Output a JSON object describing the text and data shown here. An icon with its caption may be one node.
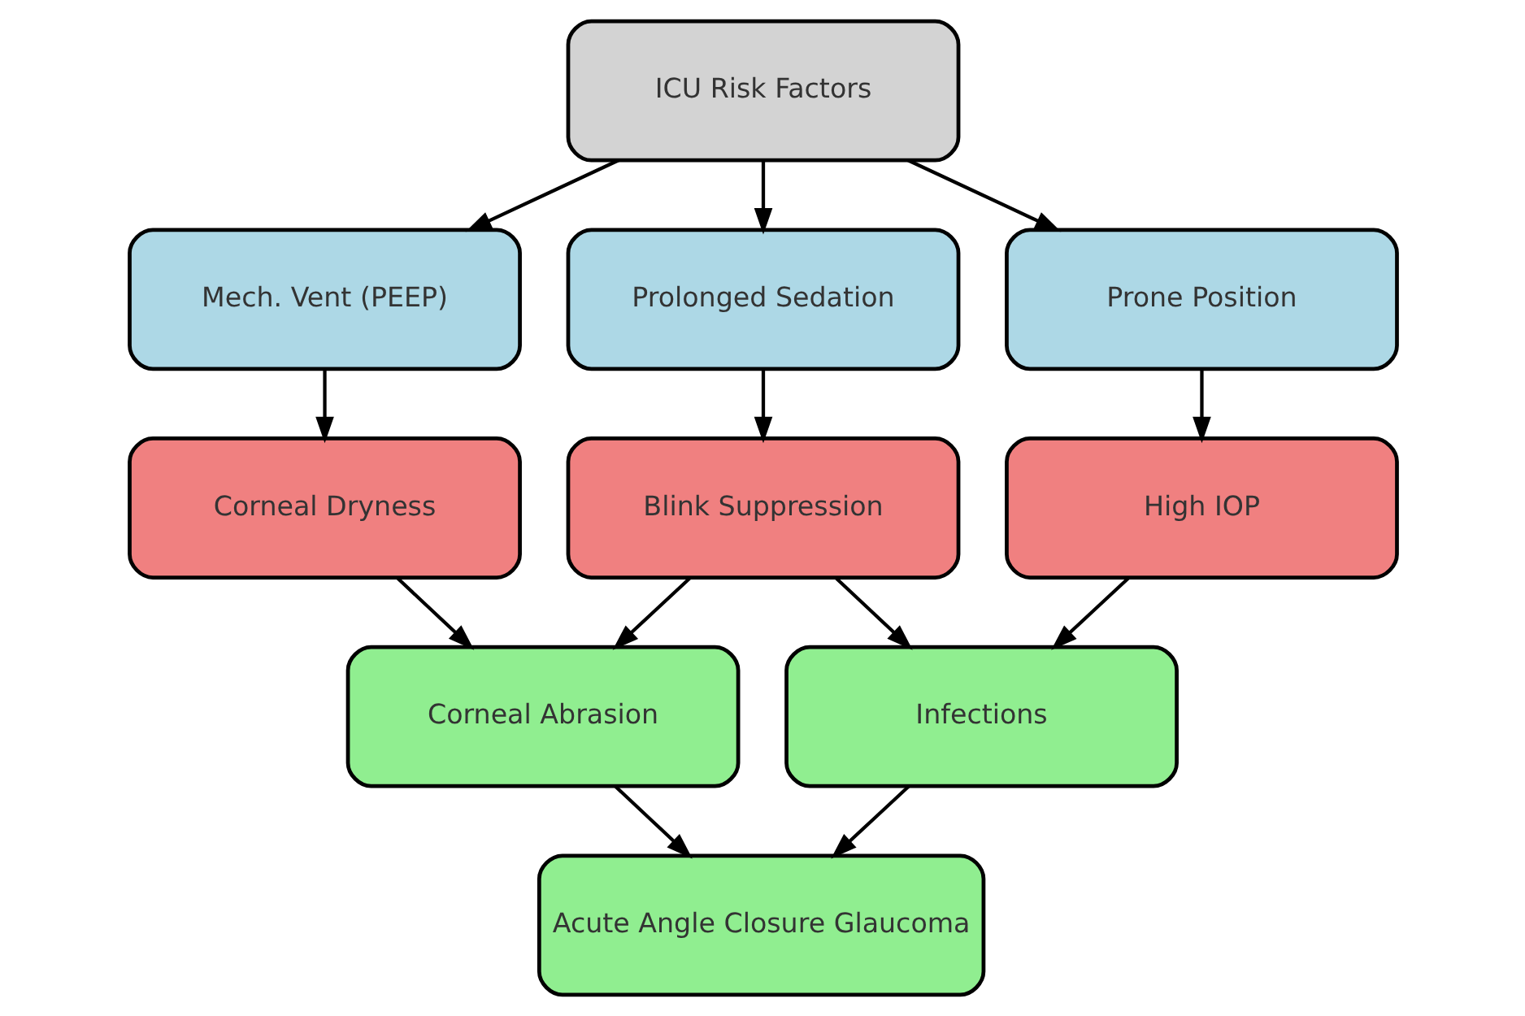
{
  "diagram": {
    "nodes": [
      {
        "text": [
          "ICU Risk Factors"
        ]
      },
      {
        "text": [
          "Mech. Vent (PEEP)"
        ]
      },
      {
        "text": [
          "Prolonged Sedation"
        ]
      },
      {
        "text": [
          "Prone Position"
        ]
      },
      {
        "text": [
          "Corneal Dryness"
        ]
      },
      {
        "text": [
          "Blink Suppression"
        ]
      },
      {
        "text": [
          "High IOP"
        ]
      },
      {
        "text": [
          "Corneal Abrasion"
        ]
      },
      {
        "text": [
          "Infections"
        ]
      },
      {
        "text": [
          "Acute Angle Closure Glaucoma"
        ]
      }
    ],
    "edges": [
      {
        "from": 0,
        "to": 1,
        "arrow": "to"
      },
      {
        "from": 0,
        "to": 2,
        "arrow": "to"
      },
      {
        "from": 0,
        "to": 3,
        "arrow": "to"
      },
      {
        "from": 1,
        "to": 4,
        "arrow": "to"
      },
      {
        "from": 2,
        "to": 5,
        "arrow": "to"
      },
      {
        "from": 3,
        "to": 6,
        "arrow": "to"
      },
      {
        "from": 4,
        "to": 7,
        "arrow": "to"
      },
      {
        "from": 5,
        "to": 7,
        "arrow": "to"
      },
      {
        "from": 5,
        "to": 8,
        "arrow": "to"
      },
      {
        "from": 6,
        "to": 8,
        "arrow": "to"
      },
      {
        "from": 7,
        "to": 9,
        "arrow": "to"
      },
      {
        "from": 8,
        "to": 9,
        "arrow": "to"
      }
    ]
  }
}
